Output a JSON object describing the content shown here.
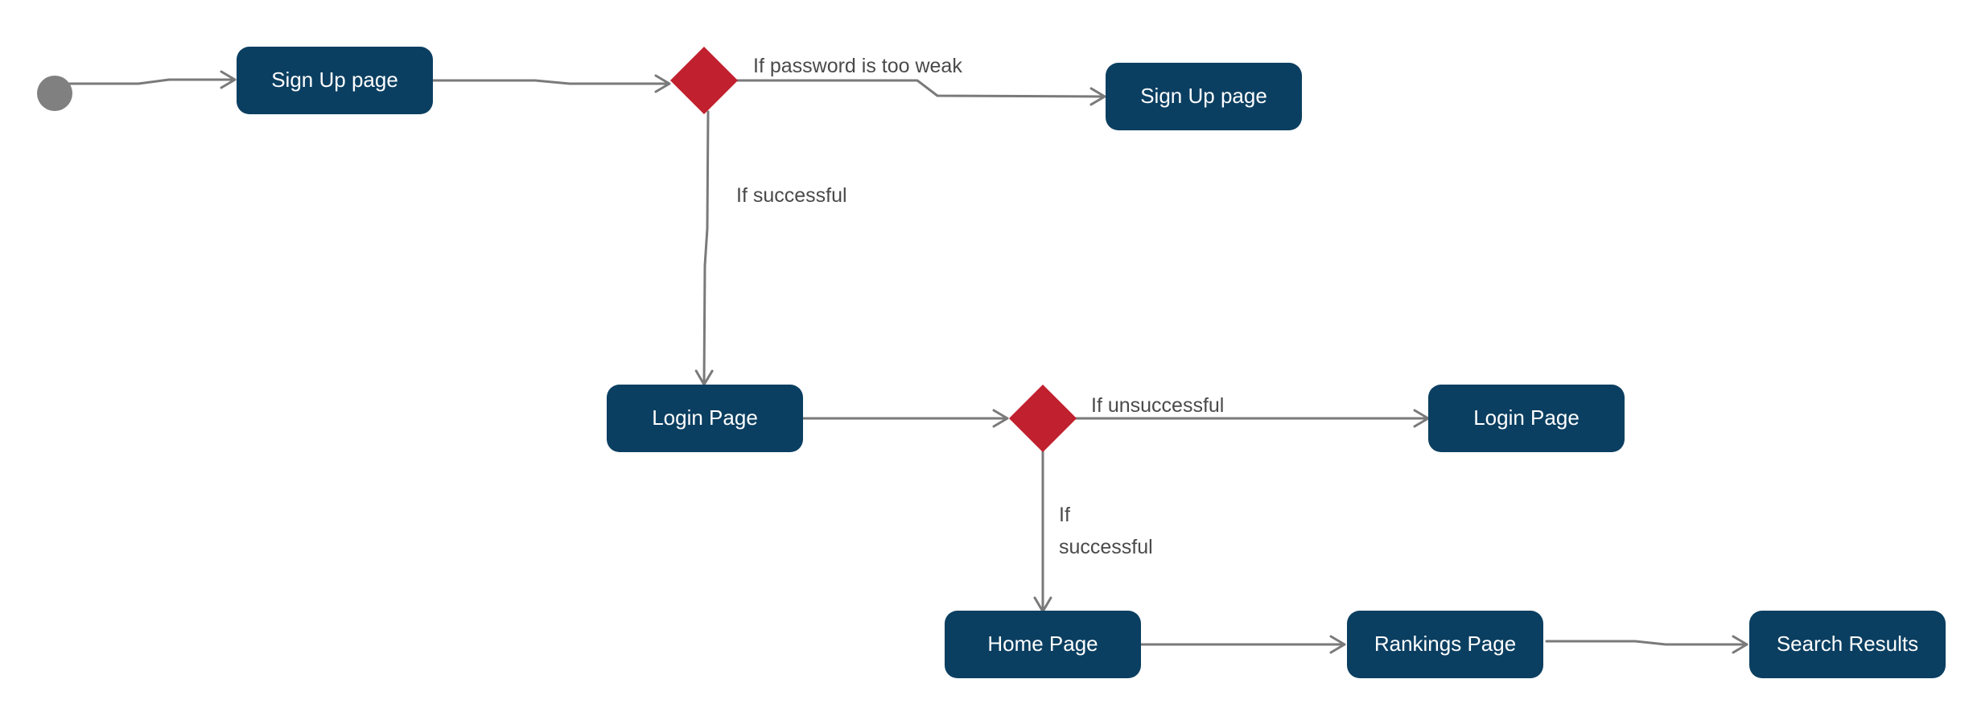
{
  "colors": {
    "state_fill": "#0b3f61",
    "decision_fill": "#c1202e",
    "start_fill": "#808080",
    "edge": "#7a7a7a",
    "label_text": "#4a4a4a"
  },
  "nodes": {
    "signup": {
      "label": "Sign Up page"
    },
    "signup_retry": {
      "label": "Sign Up page"
    },
    "login": {
      "label": "Login Page"
    },
    "login_retry": {
      "label": "Login Page"
    },
    "home": {
      "label": "Home Page"
    },
    "rankings": {
      "label": "Rankings Page"
    },
    "search": {
      "label": "Search Results"
    }
  },
  "edges": {
    "weak_password": {
      "label": "If password is too weak"
    },
    "signup_success": {
      "label": "If successful"
    },
    "login_unsuccessful": {
      "label": "If unsuccessful"
    },
    "login_success": {
      "label_line1": "If",
      "label_line2": "successful"
    }
  }
}
